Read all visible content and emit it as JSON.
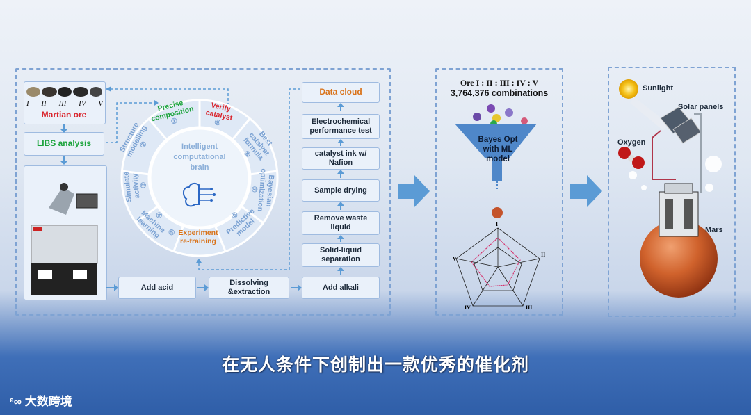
{
  "left_panel": {
    "ore_numerals": [
      "I",
      "II",
      "III",
      "IV",
      "V"
    ],
    "martian_ore": "Martian ore",
    "libs_analysis": "LIBS analysis",
    "center": {
      "line1": "Intelligent",
      "line2": "computational",
      "line3": "brain"
    },
    "steps": [
      {
        "num": "①",
        "label1": "Precise",
        "label2": "composition"
      },
      {
        "num": "②",
        "label1": "Structure",
        "label2": "modelling"
      },
      {
        "num": "③",
        "label1": "Simulate",
        "label2": "activity"
      },
      {
        "num": "④",
        "label1": "Machine",
        "label2": "learning"
      },
      {
        "num": "⑤",
        "label1": "Experiment",
        "label2": "re-training"
      },
      {
        "num": "⑥",
        "label1": "Predictive",
        "label2": "model"
      },
      {
        "num": "⑦",
        "label1": "Bayesian",
        "label2": "optimization"
      },
      {
        "num": "⑧",
        "label1": "Best",
        "label2": "catalyst",
        "label3": "formula"
      },
      {
        "num": "⑨",
        "label1": "Verify",
        "label2": "catalyst"
      }
    ],
    "flow": {
      "data_cloud": "Data cloud",
      "electrochem": "Electrochemical performance test",
      "catalyst_ink": "catalyst ink w/ Nafion",
      "sample_drying": "Sample drying",
      "remove_waste": "Remove waste liquid",
      "solid_liquid": "Solid-liquid separation",
      "add_alkali": "Add alkali",
      "add_acid": "Add acid",
      "dissolving": "Dissolving &extraction"
    }
  },
  "middle_panel": {
    "ore_ratio": "Ore I : II : III : IV : V",
    "combinations": "3,764,376 combinations",
    "funnel_text": "Bayes Opt with ML model",
    "radar_labels": [
      "I",
      "II",
      "III",
      "IV",
      "V"
    ]
  },
  "right_panel": {
    "sunlight": "Sunlight",
    "solar_panels": "Solar panels",
    "oxygen": "Oxygen",
    "mars": "Mars"
  },
  "subtitle": "在无人条件下创制出一款优秀的催化剂",
  "brand": "大数跨境",
  "colors": {
    "accent": "#5b9bd5",
    "green": "#1aa33a",
    "red": "#d9232b",
    "orange": "#d9731a"
  }
}
